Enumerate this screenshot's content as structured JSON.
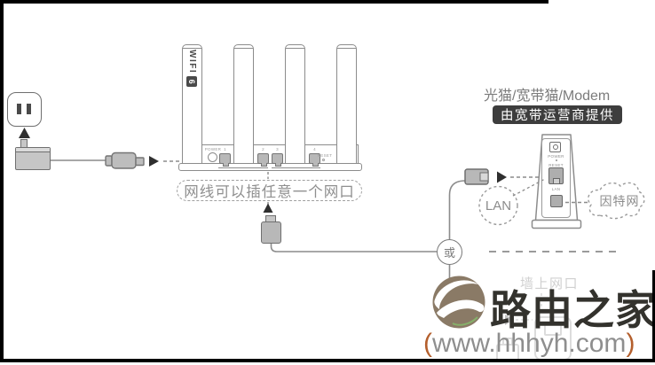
{
  "router": {
    "hint": "网线可以插任意一个网口",
    "wifi_text": "WIFI",
    "wifi_badge": "6",
    "labels": {
      "power": "POWER",
      "p1": "1",
      "p2": "2",
      "p3": "3",
      "p4": "4",
      "reset": "RESET"
    }
  },
  "connect": {
    "or_label": "或"
  },
  "modem": {
    "title": "光猫/宽带猫/Modem",
    "badge": "由宽带运营商提供",
    "lan_bubble": "LAN",
    "cloud": "因特网",
    "panel": {
      "power": "POWER",
      "reset": "RESET",
      "lan": "LAN"
    }
  },
  "background": {
    "wall_port_label": "墙上网口"
  },
  "watermark": {
    "brand": "路由之家",
    "url_open": "(",
    "url": "www.hhhyh.com",
    "url_close": ")"
  },
  "colors": {
    "line_grey": "#8c8c8c",
    "arrow_dark": "#2f2f2f",
    "badge_bg": "#3d3d3d",
    "text_grey": "#8a8a8a",
    "logo_taupe": "#8a7a66",
    "brand_ink": "#33322d",
    "paren_orange": "#b45f2d",
    "faint_grey": "#dcdcdc"
  }
}
